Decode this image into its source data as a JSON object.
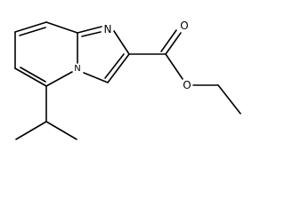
{
  "molecule": {
    "atom_labels": {
      "imidazole_n": "N",
      "bridgehead_n": "N",
      "carbonyl_o": "O",
      "ester_o": "O"
    }
  }
}
